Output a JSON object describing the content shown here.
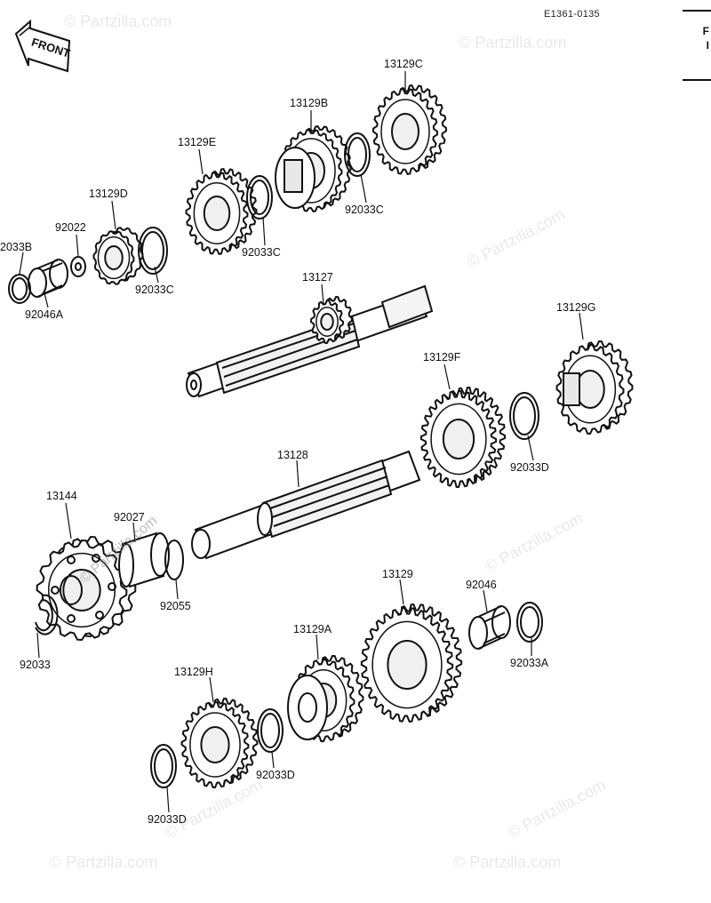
{
  "diagram": {
    "code": "E1361-0135",
    "front_badge": "FRONT",
    "edge_text": [
      "F",
      "I"
    ],
    "watermark": "© Partzilla.com",
    "labels": {
      "p13129C": "13129C",
      "p13129B": "13129B",
      "p13129E": "13129E",
      "p13129D": "13129D",
      "p92022": "92022",
      "p92033B": "2033B",
      "p92046A": "92046A",
      "p92033C_a": "92033C",
      "p92033C_b": "92033C",
      "p92033C_c": "92033C",
      "p13127": "13127",
      "p13129G": "13129G",
      "p13129F": "13129F",
      "p92033D_a": "92033D",
      "p13128": "13128",
      "p13144": "13144",
      "p92027": "92027",
      "p92055": "92055",
      "p92033": "92033",
      "p13129": "13129",
      "p92046": "92046",
      "p92033A": "92033A",
      "p13129A": "13129A",
      "p13129H": "13129H",
      "p92033D_b": "92033D",
      "p92033D_c": "92033D"
    }
  }
}
